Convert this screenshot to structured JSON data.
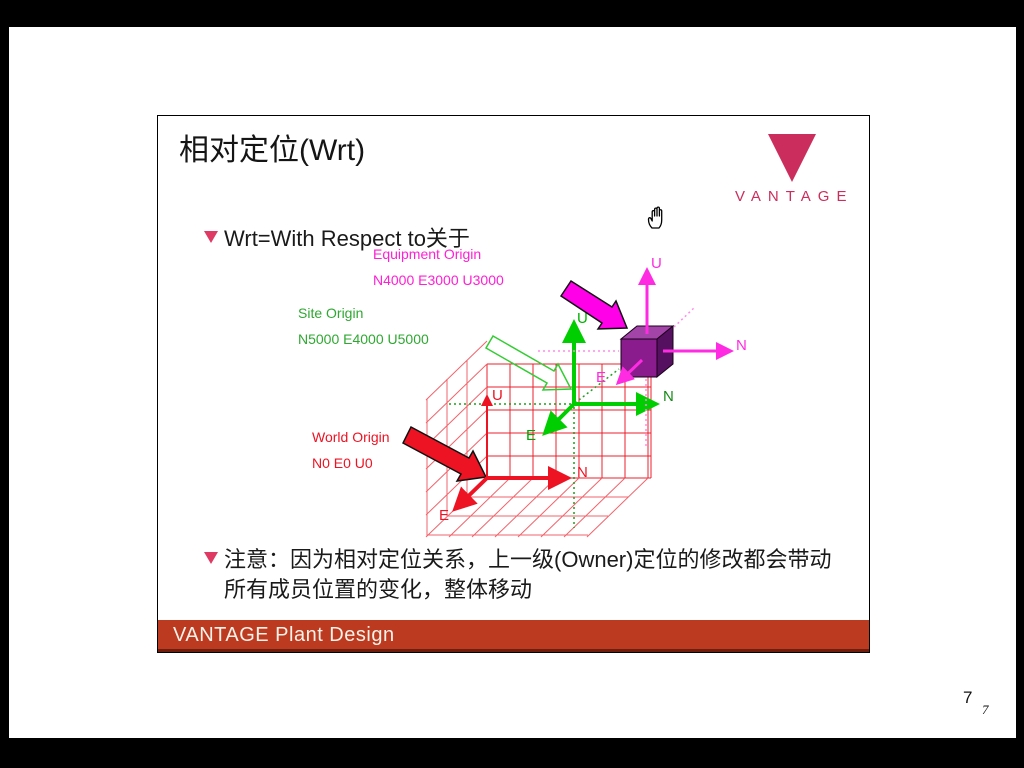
{
  "slide": {
    "title": "相对定位(Wrt)",
    "bullet1": "Wrt=With Respect to关于",
    "bullet2": "注意：因为相对定位关系，上一级(Owner)定位的修改都会带动所有成员位置的变化，整体移动",
    "footer": "VANTAGE Plant Design",
    "logo_text": "VANTAGE"
  },
  "diagram": {
    "equipment_origin": {
      "label": "Equipment Origin",
      "coords": "N4000 E3000 U3000"
    },
    "site_origin": {
      "label": "Site Origin",
      "coords": "N5000 E4000 U5000"
    },
    "world_origin": {
      "label": "World Origin",
      "coords": "N0 E0 U0"
    },
    "axes": {
      "world": {
        "u": "U",
        "n": "N",
        "e": "E"
      },
      "site": {
        "u": "U",
        "n": "N",
        "e": "E"
      },
      "equipment": {
        "u": "U",
        "n": "N",
        "e": "E"
      }
    }
  },
  "page": {
    "number": "7",
    "number_small": "7"
  },
  "colors": {
    "magenta": "#ff1fd4",
    "green": "#00ce00",
    "red": "#ee1323",
    "cube_front": "#8a1c8e",
    "cube_top": "#a244a8",
    "cube_right": "#561060",
    "footer_bar": "#bc3a20",
    "logo": "#cb2e5d"
  }
}
